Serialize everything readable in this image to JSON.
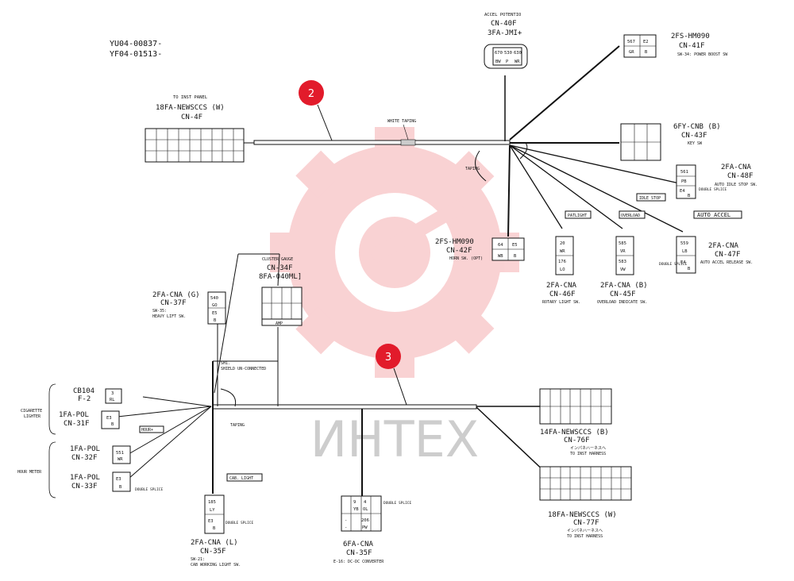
{
  "doc_refs": [
    "YU04-00837-",
    "YF04-01513-"
  ],
  "watermark": {
    "text": "ИНТЕХ",
    "color": "#e8353b"
  },
  "markers": [
    {
      "label": "2"
    },
    {
      "label": "3"
    }
  ],
  "taping_notes": {
    "white_taping": "WHITE TAPING",
    "taping_right": "TAPING",
    "taping_left": "TAPING",
    "shield": [
      "SH1.",
      "SHIELD UN-CONNECTED"
    ],
    "double_splice": "DOUBLE SPLICE"
  },
  "connectors": {
    "cn40f": {
      "lines": [
        "ACCEL POTENTIO",
        "CN-40F",
        "3FA-JMI+"
      ],
      "cells": [
        "670",
        "530",
        "630",
        "BW",
        "P",
        "WR"
      ]
    },
    "cn41f": {
      "lines": [
        "2FS-HM090",
        "CN-41F",
        "SW-34: POWER BOOST SW"
      ],
      "cells": [
        "567",
        "E2",
        "GR",
        "B"
      ]
    },
    "cn4f": {
      "lines": [
        "TO INST PANEL",
        "18FA-NEWSCCS (W)",
        "CN-4F"
      ]
    },
    "cn43f": {
      "lines": [
        "6FY-CNB (B)",
        "CN-43F",
        "KEY SW"
      ]
    },
    "cn48f": {
      "lines": [
        "2FA-CNA",
        "CN-48F",
        "AUTO IDLE STOP SW."
      ],
      "tag": "IDLE STOP",
      "cells": [
        "561",
        "PB",
        "E4",
        "B"
      ]
    },
    "cn42f": {
      "lines": [
        "2FS-HM090",
        "CN-42F",
        "HORN SW. (OPT)"
      ],
      "cells": [
        "64",
        "E5",
        "WB",
        "B"
      ]
    },
    "cn46f": {
      "lines": [
        "2FA-CNA",
        "CN-46F",
        "ROTARY LIGHT SW."
      ],
      "tag": "PATLIGHT",
      "cells": [
        "20",
        "WR",
        "176",
        "LO"
      ]
    },
    "cn45f": {
      "lines": [
        "2FA-CNA (B)",
        "CN-45F",
        "OVERLOAD INDICATE SW."
      ],
      "tag": "OVERLOAD",
      "cells": [
        "585",
        "VR",
        "583",
        "VW"
      ]
    },
    "cn47f": {
      "lines": [
        "2FA-CNA",
        "CN-47F",
        "AUTO ACCEL RELEASE SW."
      ],
      "tag": "AUTO ACCEL",
      "cells": [
        "559",
        "LB",
        "E4",
        "B"
      ]
    },
    "cn34f": {
      "lines": [
        "CLUSTER GAUGE",
        "CN-34F",
        "8FA-040ML]"
      ],
      "tag": "AMP"
    },
    "cn37f": {
      "lines": [
        "2FA-CNA (G)",
        "CN-37F",
        "SW-35:",
        "HEAVY LIFT SW."
      ],
      "cells": [
        "540",
        "GO",
        "E5",
        "B"
      ]
    },
    "f2": {
      "lines": [
        "CB104",
        "F-2"
      ],
      "cells": [
        "3",
        "RL"
      ]
    },
    "cn31f": {
      "lines": [
        "1FA-POL",
        "CN-31F"
      ],
      "cells": [
        "E3",
        "B"
      ]
    },
    "cn32f": {
      "lines": [
        "1FA-POL",
        "CN-32F"
      ],
      "tag": "HOUR+",
      "cells": [
        "551",
        "WR"
      ]
    },
    "cn33f": {
      "lines": [
        "1FA-POL",
        "CN-33F"
      ],
      "cells": [
        "E3",
        "B"
      ]
    },
    "side_labels": {
      "cigarette": [
        "CIGARETTE",
        "LIGHTER"
      ],
      "hour_meter": "HOUR METER"
    },
    "cn35f_l": {
      "lines": [
        "2FA-CNA (L)",
        "CN-35F",
        "SW-21:",
        "CAB WORKING LIGHT SW."
      ],
      "tag": "CAB. LIGHT",
      "cells": [
        "185",
        "LY",
        "E3",
        "B"
      ]
    },
    "cn35f": {
      "lines": [
        "6FA-CNA",
        "CN-35F",
        "E-16: DC-DC CONVERTER"
      ],
      "cells": [
        "9",
        "4",
        "YB",
        "OL",
        "-",
        "206",
        "-",
        "PW"
      ]
    },
    "cn76f": {
      "lines": [
        "14FA-NEWSCCS (B)",
        "CN-76F",
        "インパネハーネスへ",
        "TO INST HARNESS"
      ]
    },
    "cn77f": {
      "lines": [
        "18FA-NEWSCCS (W)",
        "CN-77F",
        "インパネハーネスへ",
        "TO INST HARNESS"
      ]
    }
  }
}
